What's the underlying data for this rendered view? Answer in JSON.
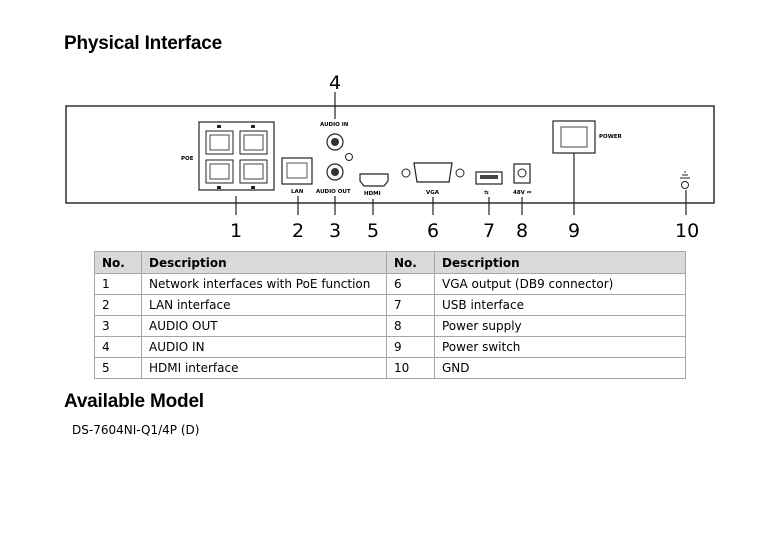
{
  "title": "Physical Interface",
  "section2_title": "Available Model",
  "model": "DS-7604NI-Q1/4P (D)",
  "panel_labels": {
    "poe": "POE",
    "lan": "LAN",
    "audio_in": "AUDIO IN",
    "audio_out": "AUDIO OUT",
    "vga": "VGA",
    "v48": "48V ⎓",
    "power": "POWER",
    "hdmi": "HDMI",
    "usb": "⇆"
  },
  "callouts": [
    "1",
    "2",
    "3",
    "4",
    "5",
    "6",
    "7",
    "8",
    "9",
    "10"
  ],
  "table": {
    "headers": [
      "No.",
      "Description",
      "No.",
      "Description"
    ],
    "rows": [
      [
        "1",
        "Network interfaces with PoE function",
        "6",
        "VGA output (DB9 connector)"
      ],
      [
        "2",
        "LAN interface",
        "7",
        "USB interface"
      ],
      [
        "3",
        "AUDIO OUT",
        "8",
        "Power supply"
      ],
      [
        "4",
        "AUDIO IN",
        "9",
        "Power switch"
      ],
      [
        "5",
        "HDMI interface",
        "10",
        "GND"
      ]
    ]
  },
  "icons": [
    "rj45-port-icon",
    "audio-jack-icon",
    "hdmi-port-icon",
    "vga-port-icon",
    "usb-port-icon",
    "dc-power-icon",
    "power-switch-icon",
    "ground-icon"
  ]
}
